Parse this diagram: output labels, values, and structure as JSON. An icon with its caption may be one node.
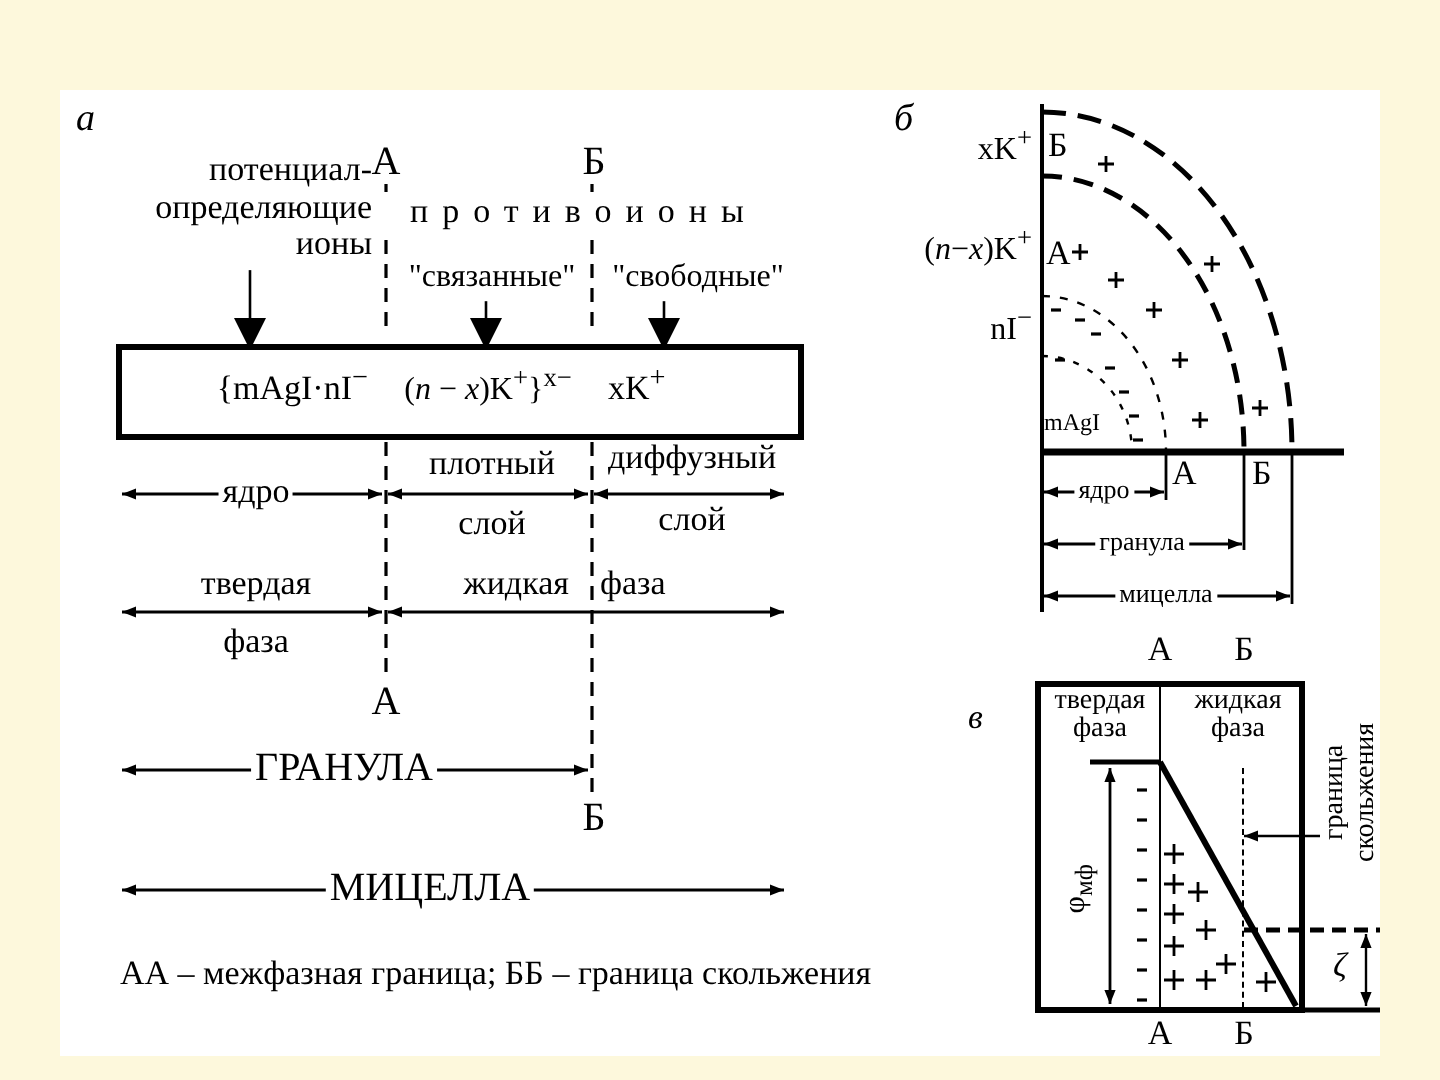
{
  "diagram": {
    "caption": "АА – межфазная граница; ББ – граница скольжения",
    "nodes": [
      {
        "text": [
          "потенциал- определяющие ионы"
        ]
      },
      {
        "text": [
          "\"связанные\""
        ]
      },
      {
        "text": [
          "\"свободные\""
        ]
      },
      {
        "text": [],
        "shape": "box"
      },
      {
        "text": [
          "{mAgI·nI$^{−}$"
        ],
        "in": 3
      },
      {
        "text": [
          "(*n* − *x*)K$^{+}$}$^{x−}$"
        ],
        "in": 3
      },
      {
        "text": [
          "xK$^{+}$"
        ],
        "in": 3
      },
      {
        "text": [
          "граница скольжения"
        ]
      },
      {
        "text": [],
        "shape": "line"
      }
    ],
    "edges": [
      {
        "from": 0,
        "to": 4,
        "arrow": "to"
      },
      {
        "from": 1,
        "to": 5,
        "arrow": "to"
      },
      {
        "from": 2,
        "to": 6,
        "arrow": "to"
      },
      {
        "from": 7,
        "to": 8,
        "arrow": "to"
      }
    ],
    "labels": [
      "а",
      "А",
      "Б",
      "противоионы",
      "ядро",
      "плотный",
      "слой",
      "диффузный",
      "слой",
      "твердая",
      "фаза",
      "жидкая",
      "фаза",
      "А",
      "ГРАНУЛА",
      "Б",
      "МИЦЕЛЛА",
      "б",
      "xK$^{+}$",
      "(*n*−*x*)K$^{+}$",
      "nI$^{−}$",
      "mAgI",
      "Б",
      "А",
      "А",
      "Б",
      "ядро",
      "гранула",
      "мицелла",
      "в",
      "А",
      "Б",
      "твердая фаза",
      "жидкая фаза",
      "φ$_{мф}$",
      "ζ",
      "А",
      "Б"
    ]
  }
}
